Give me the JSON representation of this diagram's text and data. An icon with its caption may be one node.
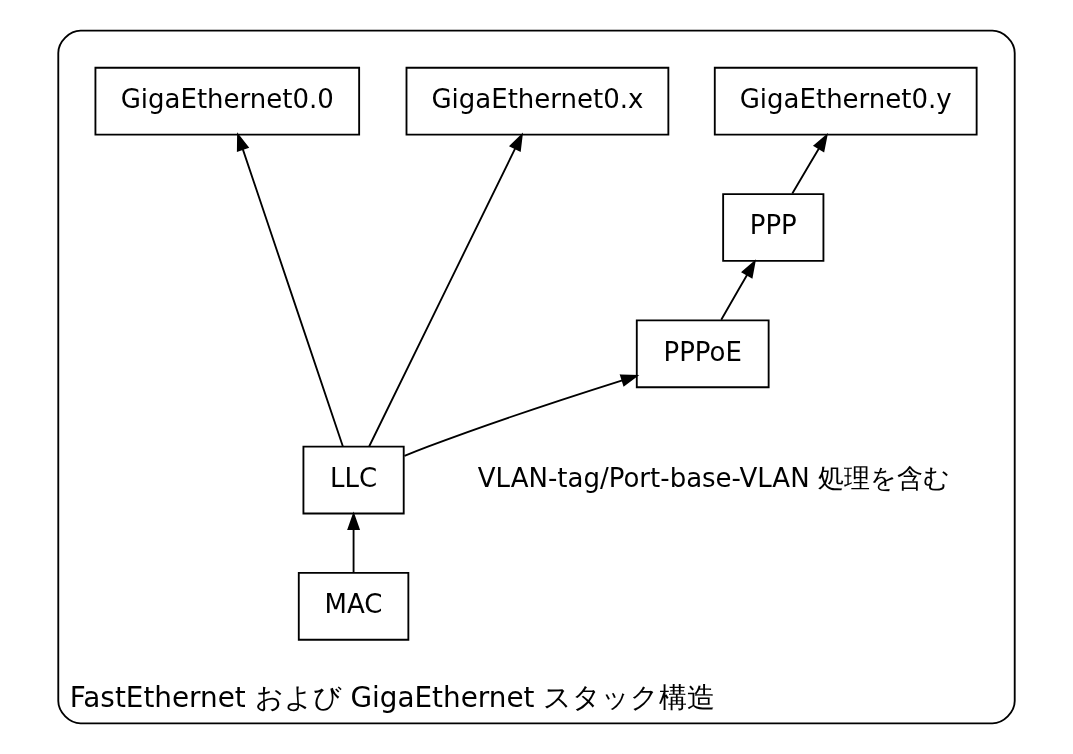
{
  "diagram": {
    "nodes": [
      {
        "text": [
          "FastEthernet および GigaEthernet スタック構造"
        ]
      },
      {
        "text": [
          "GigaEthernet0.0"
        ],
        "in": 0
      },
      {
        "text": [
          "GigaEthernet0.x"
        ],
        "in": 0
      },
      {
        "text": [
          "GigaEthernet0.y"
        ],
        "in": 0
      },
      {
        "text": [
          "PPP"
        ],
        "in": 0
      },
      {
        "text": [
          "PPPoE"
        ],
        "in": 0
      },
      {
        "text": [
          "LLC"
        ],
        "in": 0,
        "beside": [
          "VLAN-tag/Port-base-VLAN 処理を含む"
        ]
      },
      {
        "text": [
          "MAC"
        ],
        "in": 0
      }
    ],
    "edges": [
      {
        "from": 7,
        "to": 6,
        "arrow": "to"
      },
      {
        "from": 6,
        "to": 1,
        "arrow": "to"
      },
      {
        "from": 6,
        "to": 2,
        "arrow": "to"
      },
      {
        "from": 6,
        "to": 5,
        "arrow": "to"
      },
      {
        "from": 5,
        "to": 4,
        "arrow": "to"
      },
      {
        "from": 4,
        "to": 3,
        "arrow": "to"
      }
    ]
  }
}
